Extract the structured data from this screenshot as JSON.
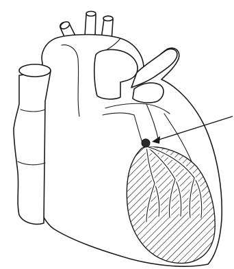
{
  "figure": {
    "subject": "heart-anterior-view",
    "highlighted_region": "left-ventricle-hatched",
    "pointer_target": "conduction-node",
    "colors": {
      "line": "#1a1a1a",
      "background": "#ffffff",
      "hatch": "#1a1a1a",
      "node": "#2b2b2b"
    }
  }
}
